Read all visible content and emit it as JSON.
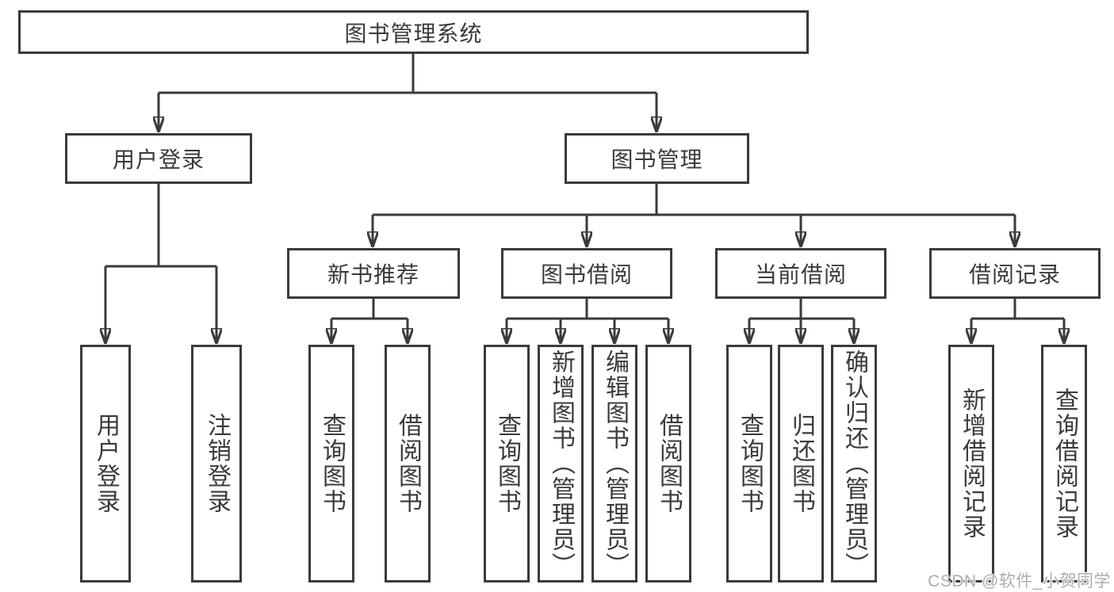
{
  "diagram": {
    "root": {
      "label": "图书管理系统"
    },
    "level1": {
      "user_login": {
        "label": "用户登录"
      },
      "book_mgmt": {
        "label": "图书管理"
      }
    },
    "level2": {
      "new_book_rec": {
        "label": "新书推荐"
      },
      "book_borrow": {
        "label": "图书借阅"
      },
      "current_borrow": {
        "label": "当前借阅"
      },
      "borrow_record": {
        "label": "借阅记录"
      }
    },
    "leaves": {
      "login": {
        "label": "用户登录"
      },
      "logout": {
        "label": "注销登录"
      },
      "nbr_query": {
        "label": "查询图书"
      },
      "nbr_borrow": {
        "label": "借阅图书"
      },
      "bb_query": {
        "label": "查询图书"
      },
      "bb_add": {
        "label": "新增图书（管理员）"
      },
      "bb_edit": {
        "label": "编辑图书（管理员）"
      },
      "bb_borrow": {
        "label": "借阅图书"
      },
      "cb_query": {
        "label": "查询图书"
      },
      "cb_return": {
        "label": "归还图书"
      },
      "cb_confirm": {
        "label": "确认归还（管理员）"
      },
      "br_add": {
        "label": "新增借阅记录"
      },
      "br_query": {
        "label": "查询借阅记录"
      }
    }
  },
  "watermark": {
    "text": "CSDN @软件_小贺同学"
  },
  "colors": {
    "line": "#3a3a3a",
    "text": "#3a3a3a",
    "background": "#ffffff",
    "watermark": "#adadad"
  }
}
